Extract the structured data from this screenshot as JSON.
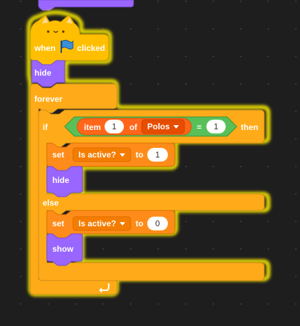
{
  "script": {
    "hat": {
      "label_when": "when",
      "icon": "green-flag-icon",
      "label_clicked": "clicked"
    },
    "hide_block": {
      "label": "hide"
    },
    "forever_block": {
      "label": "forever",
      "end_icon": "loop-arrow-icon"
    },
    "if_block": {
      "label_if": "if",
      "label_then": "then",
      "label_else": "else",
      "condition": {
        "operator": "=",
        "item_reporter": {
          "label_item": "item",
          "index_value": "1",
          "label_of": "of",
          "list_name": "Polos"
        },
        "compare_value": "1"
      }
    },
    "then_branch": {
      "set_block": {
        "label_set": "set",
        "variable": "Is active?",
        "label_to": "to",
        "value": "1"
      },
      "hide_block": {
        "label": "hide"
      }
    },
    "else_branch": {
      "set_block": {
        "label_set": "set",
        "variable": "Is active?",
        "label_to": "to",
        "value": "0"
      },
      "show_block": {
        "label": "show"
      }
    }
  },
  "colors": {
    "background": "#1e1e1e",
    "events": "#ffbf00",
    "looks": "#9966ff",
    "control": "#ffab19",
    "operators": "#59c059",
    "variables": "#ff8c1a",
    "lists": "#ff661a",
    "glow": "#fff200"
  }
}
